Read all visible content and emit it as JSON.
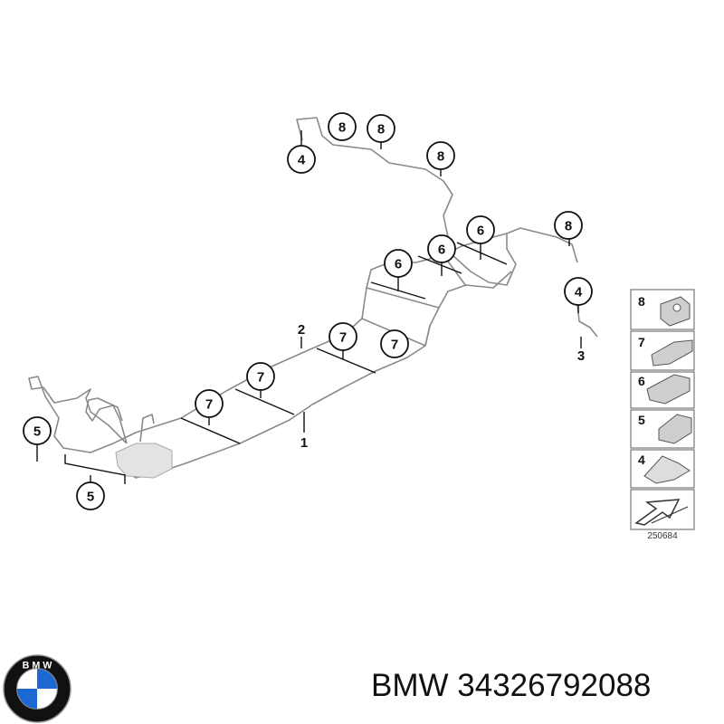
{
  "diagram": {
    "callouts": [
      {
        "label": "8"
      },
      {
        "label": "8"
      },
      {
        "label": "4"
      },
      {
        "label": "8"
      },
      {
        "label": "6"
      },
      {
        "label": "6"
      },
      {
        "label": "6"
      },
      {
        "label": "8"
      },
      {
        "label": "4"
      },
      {
        "label": "7"
      },
      {
        "label": "7"
      },
      {
        "label": "7"
      },
      {
        "label": "7"
      },
      {
        "label": "5"
      },
      {
        "label": "5"
      }
    ],
    "part_labels": {
      "pipe_2": "2",
      "pipe_1": "1",
      "pipe_3": "3"
    },
    "legend": {
      "items": [
        {
          "label": "8"
        },
        {
          "label": "7"
        },
        {
          "label": "6"
        },
        {
          "label": "5"
        },
        {
          "label": "4"
        }
      ],
      "reference_number": "250684"
    }
  },
  "footer": {
    "brand": "BMW",
    "part_number": "34326792088",
    "text": "BMW 34326792088"
  },
  "logo": {
    "letters": "BMW",
    "colors": {
      "blue": "#1c69d4",
      "ring": "#111111"
    }
  }
}
